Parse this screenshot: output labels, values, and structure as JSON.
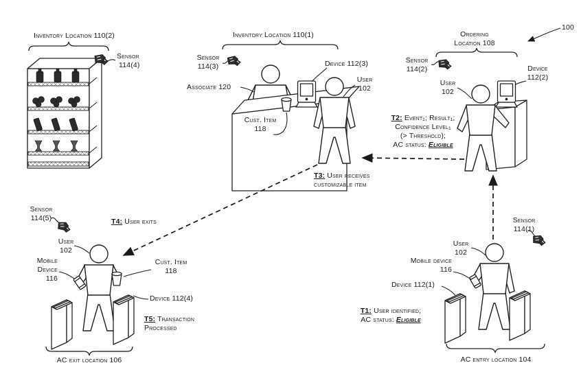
{
  "figure_ref": "100",
  "inventory2": {
    "title": "Inventory Location 110(2)",
    "sensor_line1": "Sensor",
    "sensor_line2": "114(4)"
  },
  "inventory1": {
    "title": "Inventory Location 110(1)",
    "sensor_line1": "Sensor",
    "sensor_line2": "114(3)",
    "associate": "Associate 120",
    "device": "Device 112(3)",
    "user_line1": "User",
    "user_line2": "102",
    "item_line1": "Cust. Item",
    "item_line2": "118"
  },
  "ordering": {
    "title_line1": "Ordering",
    "title_line2": "Location 108",
    "sensor_line1": "Sensor",
    "sensor_line2": "114(2)",
    "user_line1": "User",
    "user_line2": "102",
    "device_line1": "Device",
    "device_line2": "112(2)"
  },
  "exit": {
    "title": "AC exit location 106",
    "sensor_line1": "Sensor",
    "sensor_line2": "114(5)",
    "user_line1": "User",
    "user_line2": "102",
    "mobile_line1": "Mobile",
    "mobile_line2": "Device",
    "mobile_line3": "116",
    "item_line1": "Cust. Item",
    "item_line2": "118",
    "device": "Device 112(4)"
  },
  "entry": {
    "title": "AC entry location 104",
    "sensor_line1": "Sensor",
    "sensor_line2": "114(1)",
    "user_line1": "User",
    "user_line2": "102",
    "mobile_line1": "Mobile device",
    "mobile_line2": "116",
    "device": "Device 112(1)"
  },
  "timeline": {
    "t1_tag": "T1:",
    "t1_text": " User identified;",
    "t1_line2_prefix": "AC status: ",
    "t1_status": "Eligible",
    "t2_tag": "T2:",
    "t2_text": " Event₁; Result₁;",
    "t2_line2": "Confidence Level₁",
    "t2_line3": "(> Threshold);",
    "t2_line4_prefix": "AC status: ",
    "t2_status": "Eligible",
    "t3_tag": "T3:",
    "t3_text": " User receives",
    "t3_line2": "customizable item",
    "t4_tag": "T4:",
    "t4_text": " User exits",
    "t5_tag": "T5:",
    "t5_text": " Transaction",
    "t5_line2": "Processed"
  }
}
